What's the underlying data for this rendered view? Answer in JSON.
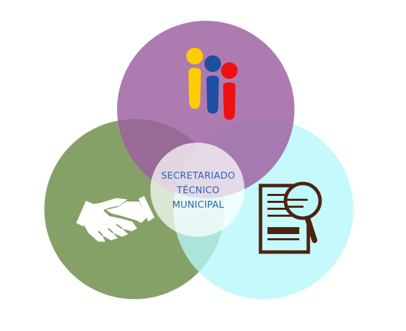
{
  "diagram": {
    "center": {
      "lines": [
        "SECRETARIADO",
        "TÉCNICO",
        "MUNICIPAL"
      ]
    },
    "circles": [
      {
        "id": "top",
        "color": "#a26aa5",
        "icon": "people-icon",
        "people_colors": [
          "#ffcc00",
          "#1f4fa0",
          "#ee1111"
        ]
      },
      {
        "id": "left",
        "color": "#71924f",
        "icon": "handshake-icon"
      },
      {
        "id": "right",
        "color": "#bdf8fa",
        "icon": "document-search-icon",
        "icon_color": "#4b2411"
      }
    ],
    "center_circle_color": "#ffffff"
  }
}
